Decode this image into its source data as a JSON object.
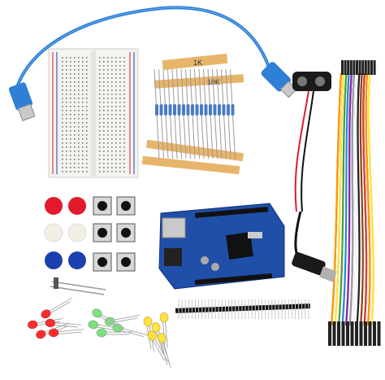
{
  "resistor_labels": {
    "strip_1k": "1K",
    "strip_10k": "10K"
  },
  "colors": {
    "usb_cable": "#2f7fd6",
    "breadboard": "#f3f3ef",
    "board_pcb": "#1f4fa8",
    "paper_tape": "#e7b56a",
    "button_red": "#e31a2c",
    "button_blue": "#1c3fb0",
    "led_red": "#ff2b2b",
    "led_green": "#7ee07e",
    "led_yellow": "#ffe23a",
    "jumper_palette": [
      "#8b4513",
      "#e53935",
      "#ff9800",
      "#ffeb3b",
      "#43a047",
      "#1e88e5",
      "#8e24aa",
      "#9e9e9e",
      "#ffffff",
      "#212121"
    ]
  },
  "items": [
    "usb-cable",
    "breadboard",
    "resistor-pack",
    "battery-clip",
    "jumper-wires",
    "tactile-buttons",
    "microcontroller-board",
    "dc-barrel-plug",
    "leds",
    "pin-header"
  ]
}
